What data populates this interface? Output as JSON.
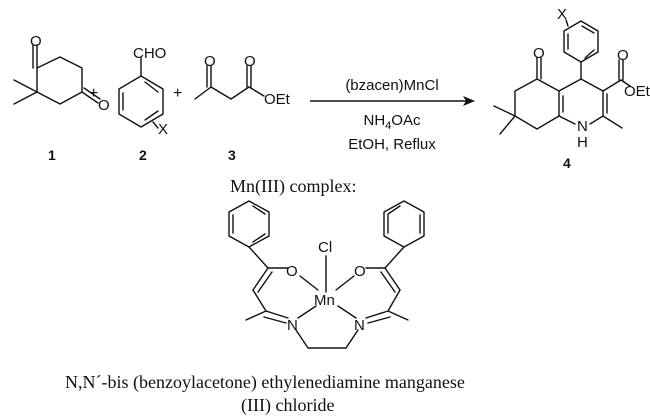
{
  "reaction": {
    "compounds": [
      {
        "number": "1"
      },
      {
        "number": "2",
        "formyl": "CHO",
        "substituent": "X"
      },
      {
        "number": "3",
        "ester": "OEt"
      },
      {
        "number": "4",
        "ester": "OEt",
        "nh_n": "N",
        "nh_h": "H",
        "substituent": "X"
      }
    ],
    "plus": "+",
    "conditions": {
      "catalyst": "(bzacen)MnCl",
      "reagent_main": "NH",
      "reagent_sub": "4",
      "reagent_tail": "OAc",
      "solvent": "EtOH, Reflux"
    },
    "atom_o": "O"
  },
  "complex": {
    "heading": "Mn(III) complex:",
    "metal": "Mn",
    "halide": "Cl",
    "oxygen": "O",
    "nitrogen": "N",
    "name_line1": "N,N´-bis (benzoylacetone) ethylenediamine manganese",
    "name_line2": "(III) chloride"
  }
}
